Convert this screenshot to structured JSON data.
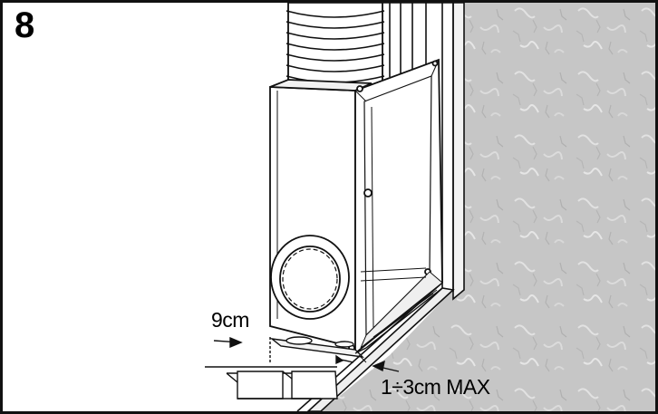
{
  "step_number": "8",
  "dimensions": {
    "depth_label": "9cm",
    "gap_label": "1÷3cm MAX"
  },
  "colors": {
    "wall": "#c9c9c9",
    "line": "#111111",
    "panel": "#ffffff",
    "shadow": "#e9e9e9"
  },
  "icons": [
    "flexible-hose-icon",
    "air-outlet-icon",
    "wall-texture"
  ]
}
